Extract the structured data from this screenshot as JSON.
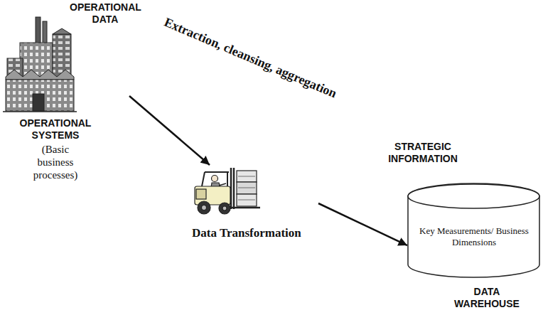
{
  "diagram": {
    "nodes": [
      {
        "text": [
          "OPERATIONAL DATA",
          "OPERATIONAL SYSTEMS",
          "(Basic business processes)"
        ]
      },
      {
        "text": [
          "Data Transformation"
        ]
      },
      {
        "text": [
          "STRATEGIC INFORMATION",
          "Key Measurements/ Business Dimensions",
          "DATA WAREHOUSE"
        ]
      }
    ],
    "edges": [
      {
        "from": 0,
        "to": 1,
        "arrow": "to"
      },
      {
        "from": 1,
        "to": 2,
        "arrow": "to"
      }
    ],
    "labels": [
      "Extraction, cleansing, aggregation"
    ]
  }
}
